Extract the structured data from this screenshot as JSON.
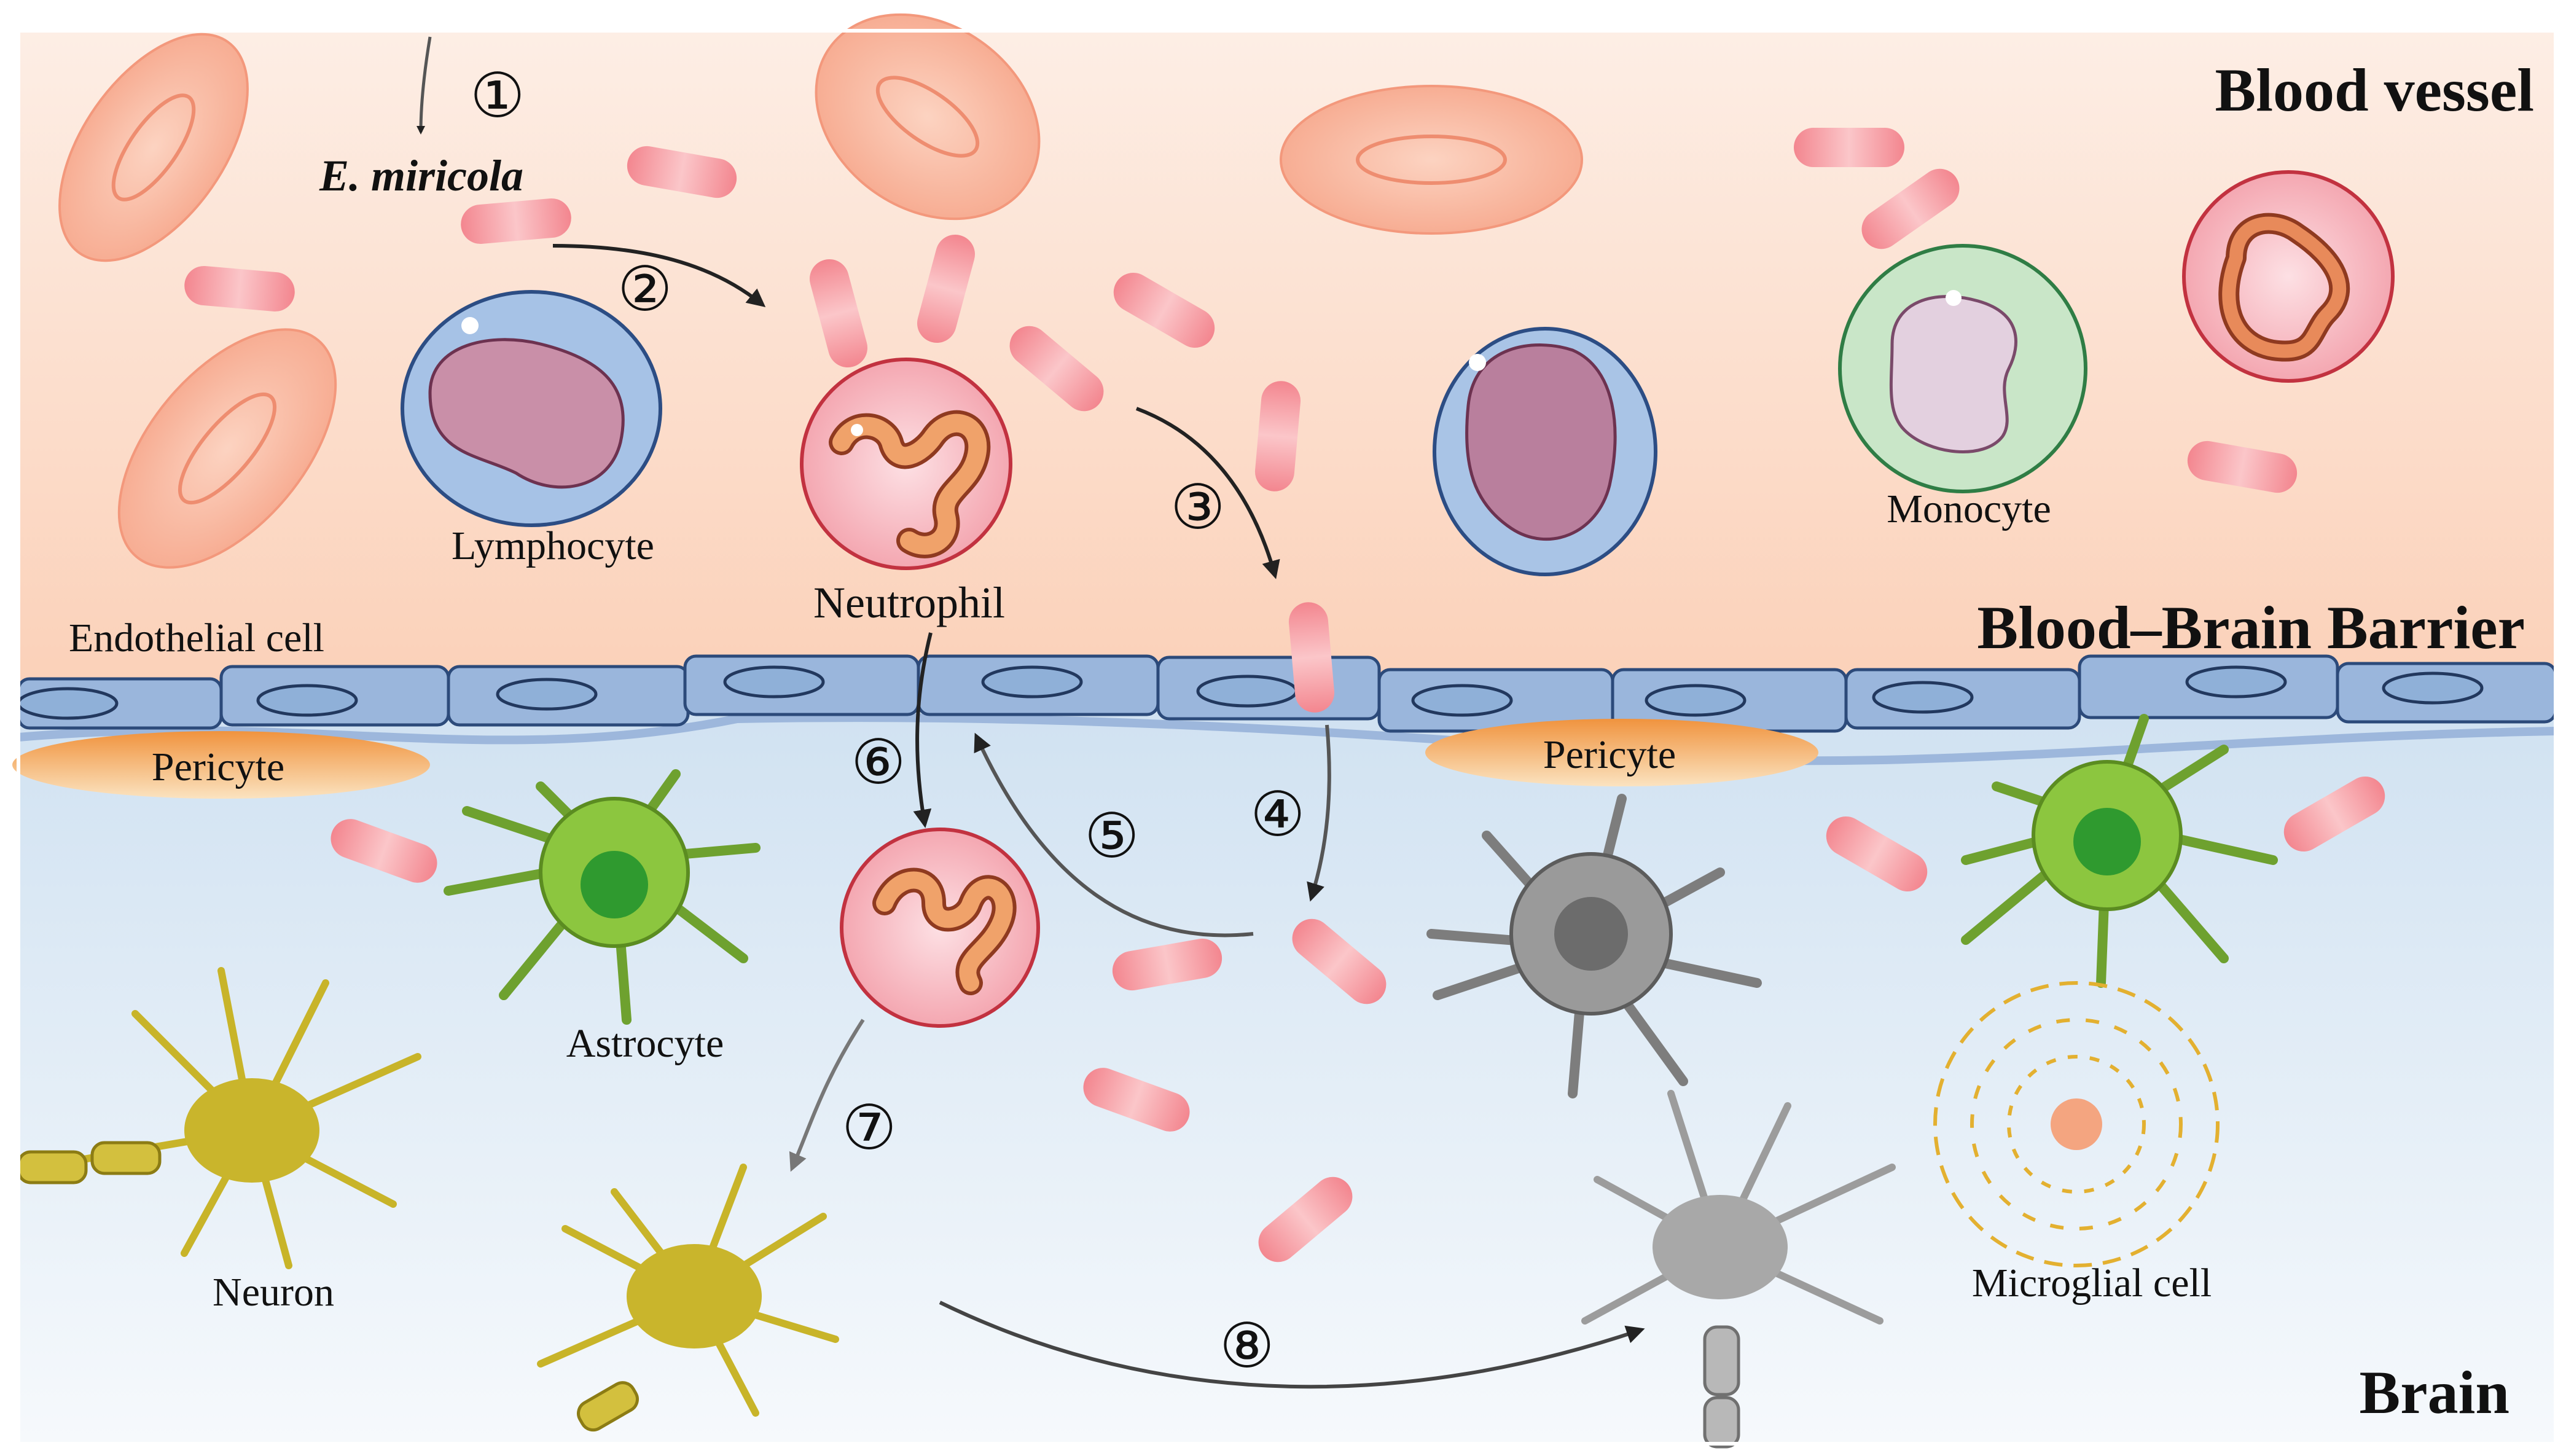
{
  "regions": {
    "blood_vessel": "Blood vessel",
    "bbb": "Blood–Brain Barrier",
    "brain": "Brain"
  },
  "pathogen": "E. miricola",
  "cells": {
    "lymphocyte": "Lymphocyte",
    "neutrophil": "Neutrophil",
    "monocyte": "Monocyte",
    "endothelial": "Endothelial cell",
    "pericyte": "Pericyte",
    "astrocyte": "Astrocyte",
    "neuron": "Neuron",
    "microglia": "Microglial cell"
  },
  "steps": [
    "①",
    "②",
    "③",
    "④",
    "⑤",
    "⑥",
    "⑦",
    "⑧"
  ],
  "colors": {
    "vessel_top": "#fde9dc",
    "vessel_bottom": "#fbd3bd",
    "brain_top": "#d6e6f3",
    "brain_bottom": "#f4f8fc",
    "endothelial": "#9cb8dd",
    "pericyte": "#f2a35f",
    "bacteria": "#f6a3a8",
    "rbc": "#f9b8a0",
    "astrocyte": "#8cc63f",
    "neuron": "#c8b429",
    "activated": "#8c8c8c"
  }
}
